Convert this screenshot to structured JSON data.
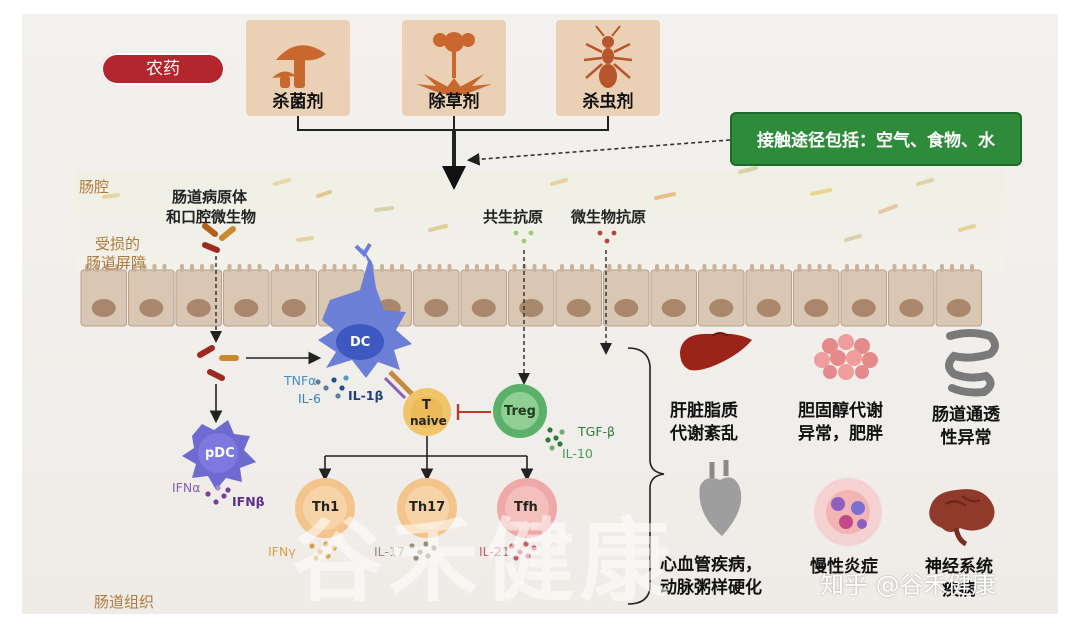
{
  "title": "农药",
  "pesticides": [
    {
      "label": "杀菌剂",
      "icon": "mushroom-icon"
    },
    {
      "label": "除草剂",
      "icon": "dandelion-icon"
    },
    {
      "label": "杀虫剂",
      "icon": "ant-icon"
    }
  ],
  "contact_note": "接触途径包括：空气、食物、水",
  "regions": {
    "lumen": "肠腔",
    "barrier_line1": "受损的",
    "barrier_line2": "肠道屏障",
    "tissue": "肠道组织"
  },
  "antigens": {
    "pathogens_line1": "肠道病原体",
    "pathogens_line2": "和口腔微生物",
    "commensal": "共生抗原",
    "microbial": "微生物抗原"
  },
  "cells": {
    "dc": "DC",
    "pdc": "pDC",
    "t_naive_line1": "T",
    "t_naive_line2": "naive",
    "treg": "Treg",
    "th1": "Th1",
    "th17": "Th17",
    "tfh": "Tfh"
  },
  "cytokines": {
    "tnfa": "TNFα",
    "il6": "IL-6",
    "il1b": "IL-1β",
    "ifna": "IFNα",
    "ifnb": "IFNβ",
    "tgfb": "TGF-β",
    "il10": "IL-10",
    "ifng": "IFNγ",
    "il17": "IL-17",
    "il21": "IL-21"
  },
  "diseases": [
    {
      "line1": "肝脏脂质",
      "line2": "代谢紊乱",
      "icon": "liver-icon"
    },
    {
      "line1": "胆固醇代谢",
      "line2": "异常，肥胖",
      "icon": "fat-cells-icon"
    },
    {
      "line1": "肠道通透",
      "line2": "性异常",
      "icon": "intestine-icon"
    },
    {
      "line1": "心血管疾病，",
      "line2": "动脉粥样硬化",
      "icon": "heart-icon"
    },
    {
      "line1": "慢性炎症",
      "line2": "",
      "icon": "inflammation-icon"
    },
    {
      "line1": "神经系统",
      "line2": "疾病",
      "icon": "brain-icon"
    }
  ],
  "watermark": "谷禾健康",
  "credit": "知乎 @谷禾健康",
  "colors": {
    "pesticide_pill": "#b3262e",
    "contact_box": "#2e8b3a",
    "dc": "#6b7fd6",
    "pdc": "#6f6ad0",
    "t_naive": "#f2c46a",
    "treg": "#5cb16a",
    "th1": "#f3c58d",
    "th17": "#f3c58d",
    "tfh": "#f0a9a9",
    "inhibit": "#c0392b"
  }
}
